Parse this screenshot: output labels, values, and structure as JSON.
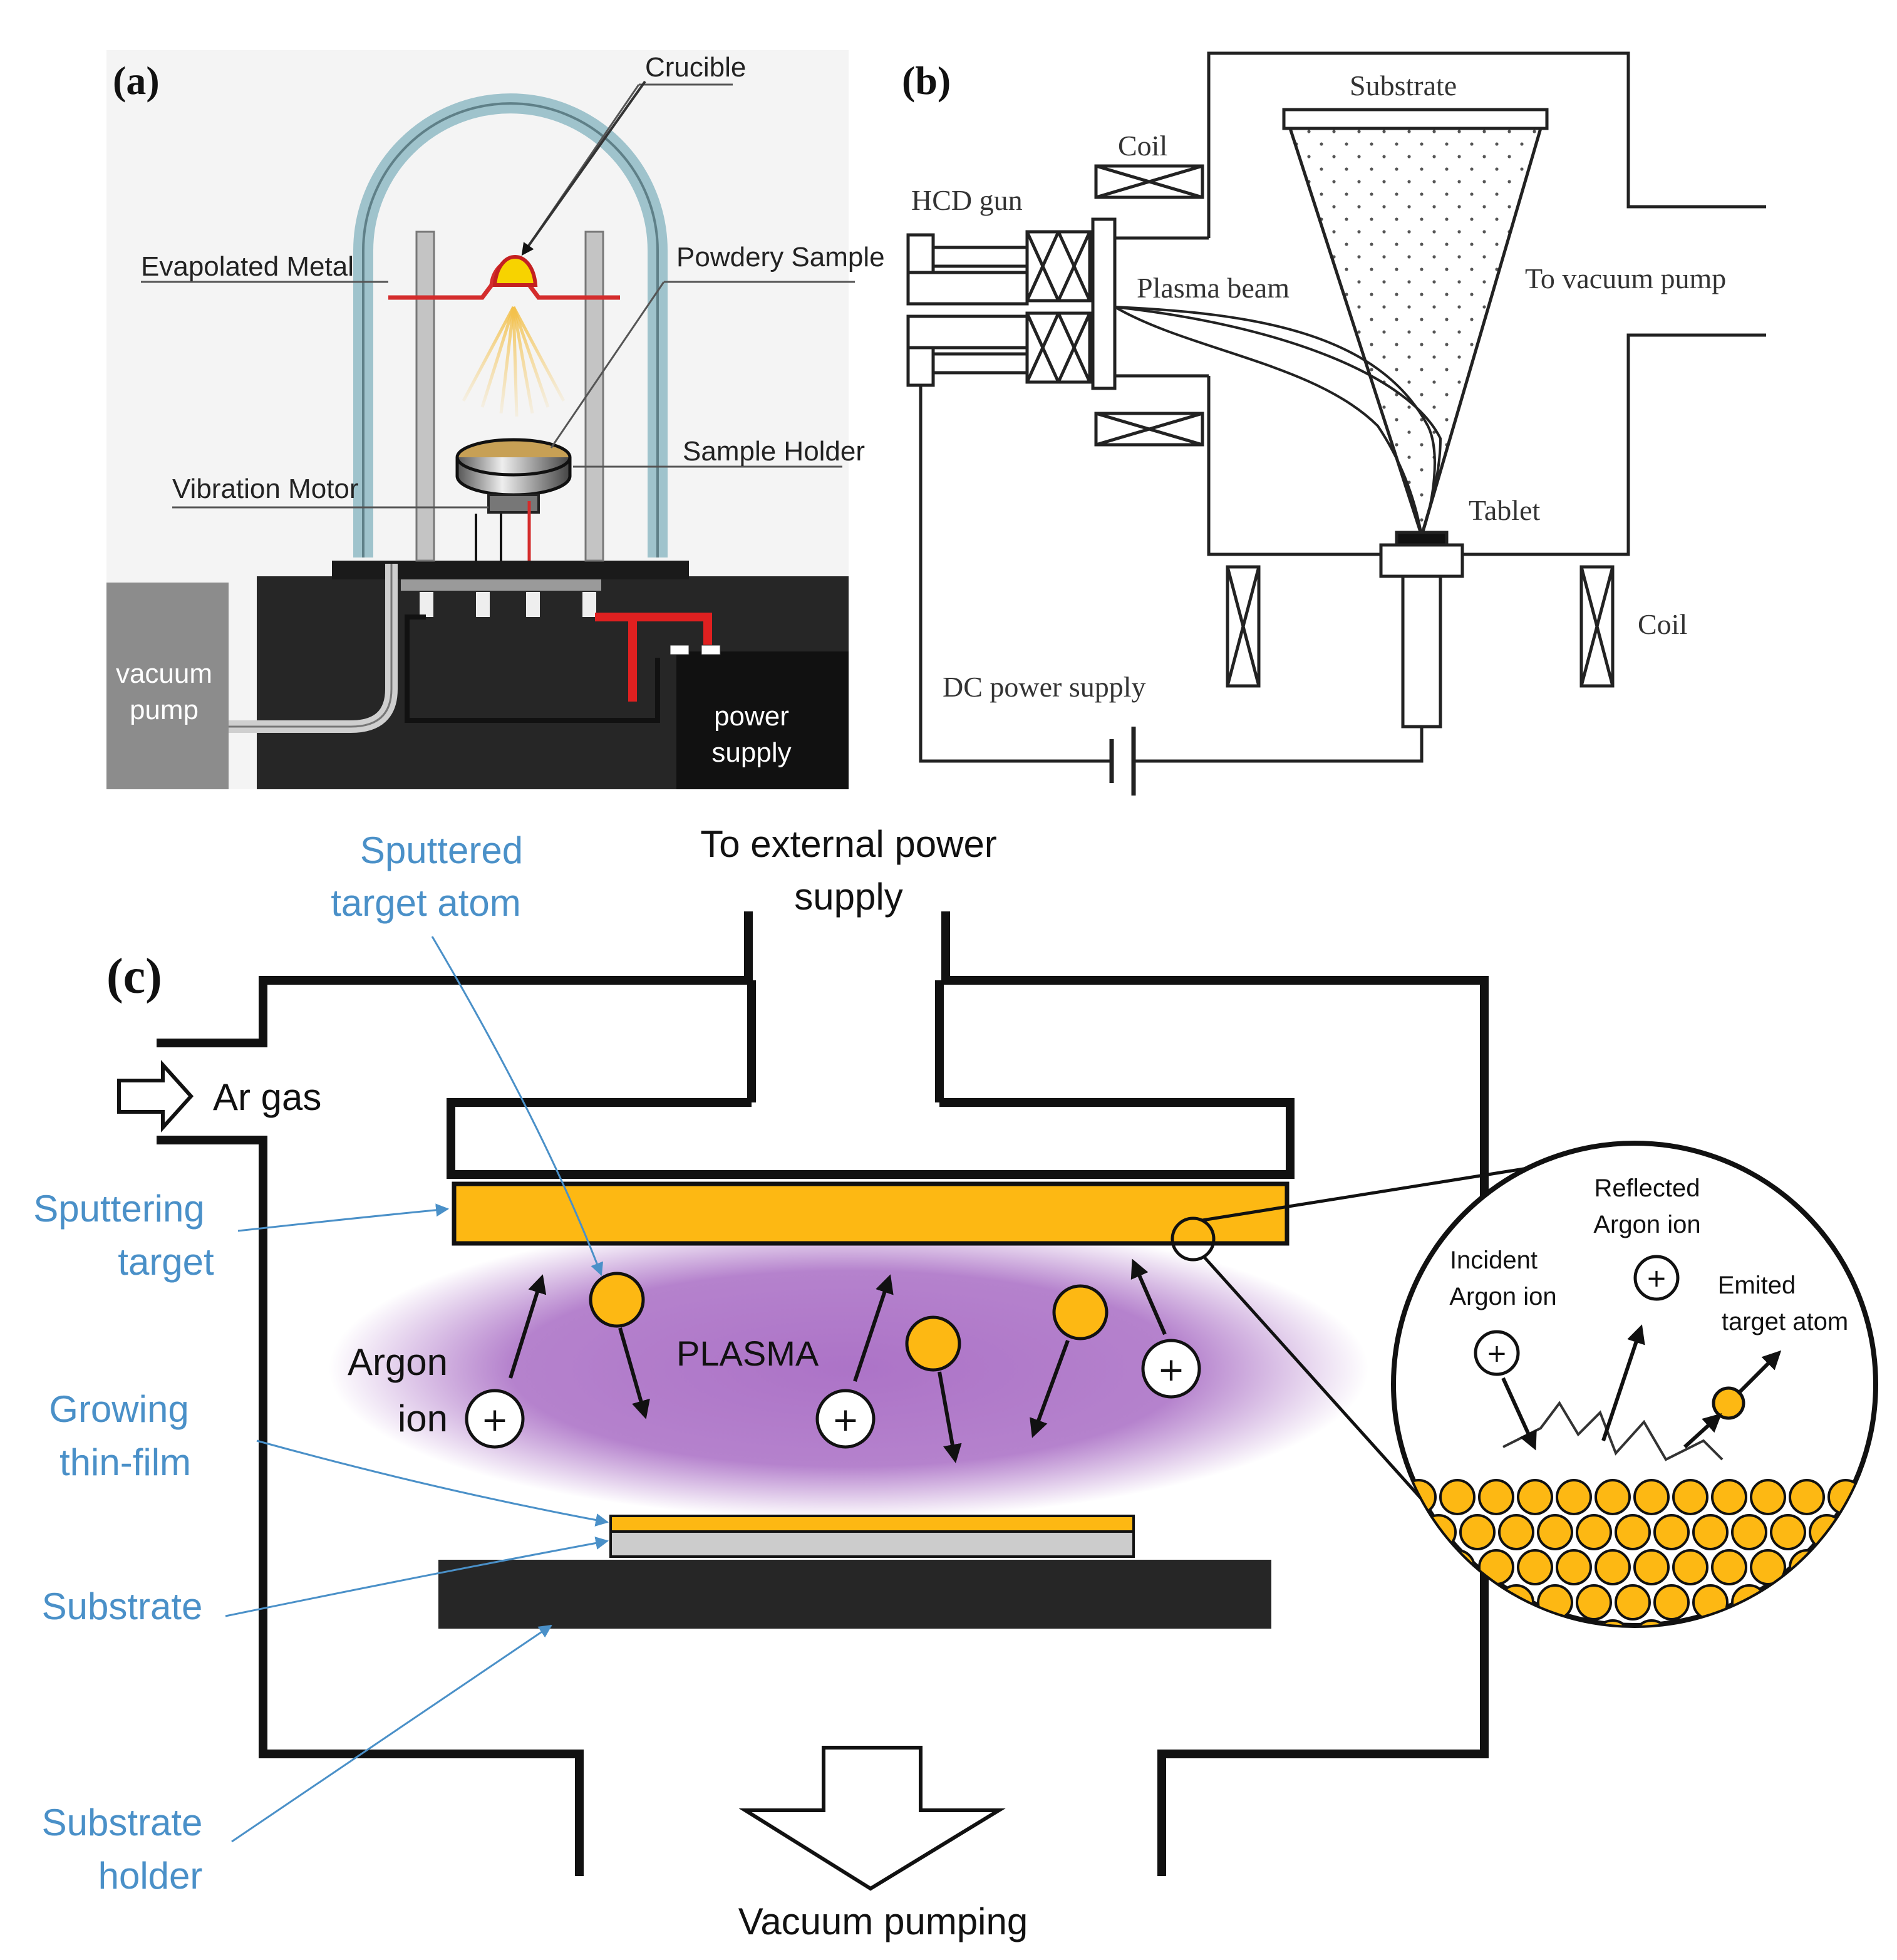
{
  "panel_a": {
    "label": "(a)",
    "crucible": "Crucible",
    "evaporated_metal": "Evapolated Metal",
    "powdery_sample": "Powdery Sample",
    "sample_holder": "Sample Holder",
    "vibration_motor": "Vibration Motor",
    "vacuum_pump_line1": "vacuum",
    "vacuum_pump_line2": "pump",
    "power_supply_line1": "power",
    "power_supply_line2": "supply"
  },
  "panel_b": {
    "label": "(b)",
    "substrate": "Substrate",
    "coil_top": "Coil",
    "hcd_gun": "HCD gun",
    "plasma_beam": "Plasma beam",
    "to_vacuum_pump": "To vacuum pump",
    "tablet": "Tablet",
    "coil_bottom": "Coil",
    "dc_power_supply": "DC power supply"
  },
  "panel_c": {
    "label": "(c)",
    "sputtered_line1": "Sputtered",
    "sputtered_line2": "target atom",
    "external_line1": "To external power",
    "external_line2": "supply",
    "ar_gas": "Ar gas",
    "sputtering_line1": "Sputtering",
    "sputtering_line2": "target",
    "plasma": "PLASMA",
    "argon_line1": "Argon",
    "argon_line2": "ion",
    "growing_line1": "Growing",
    "growing_line2": "thin-film",
    "substrate": "Substrate",
    "holder_line1": "Substrate",
    "holder_line2": "holder",
    "vacuum_pumping": "Vacuum pumping",
    "reflected_line1": "Reflected",
    "reflected_line2": "Argon ion",
    "incident_line1": "Incident",
    "incident_line2": "Argon ion",
    "emited_line1": "Emited",
    "emited_line2": "target atom",
    "plus": "+"
  },
  "colors": {
    "target_gold": "#fdb813",
    "label_blue": "#4a90c8",
    "plasma_purple": "#a86cc4",
    "dome_blue": "#9fc3cc",
    "heater_red": "#e02020",
    "dark_base": "#262626"
  }
}
